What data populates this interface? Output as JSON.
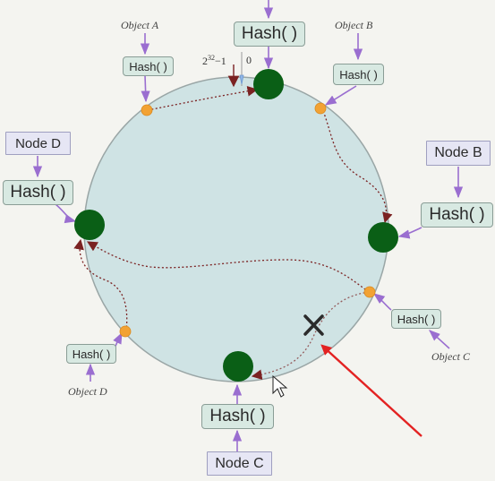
{
  "node_boxes": {
    "node_d": "Node D",
    "node_b": "Node B",
    "node_c": "Node C"
  },
  "hash_boxes": {
    "top": "Hash( )",
    "node_d": "Hash( )",
    "node_b": "Hash( )",
    "node_c": "Hash( )",
    "object_a": "Hash( )",
    "object_b": "Hash( )",
    "object_c": "Hash( )",
    "object_d": "Hash( )"
  },
  "object_labels": {
    "object_a": "Object A",
    "object_b": "Object B",
    "object_c": "Object C",
    "object_d": "Object D"
  },
  "ring_labels": {
    "max_base": "2",
    "max_exp": "32",
    "max_suffix": "−1",
    "zero": "0"
  },
  "colors": {
    "ring_fill": "#cfe3e4",
    "ring_stroke": "#9aa6a6",
    "node_circle": "#0a5f16",
    "object_dot": "#f2a233",
    "edge_purple": "#9a6ed0",
    "path_maroon": "#7b2222",
    "failure_mark": "#2b2b2b",
    "pointer_red": "#e32222"
  },
  "marks": {
    "failed_node": "x-mark-icon",
    "pointer": "red-arrow-icon",
    "cursor": "mouse-cursor-icon"
  }
}
